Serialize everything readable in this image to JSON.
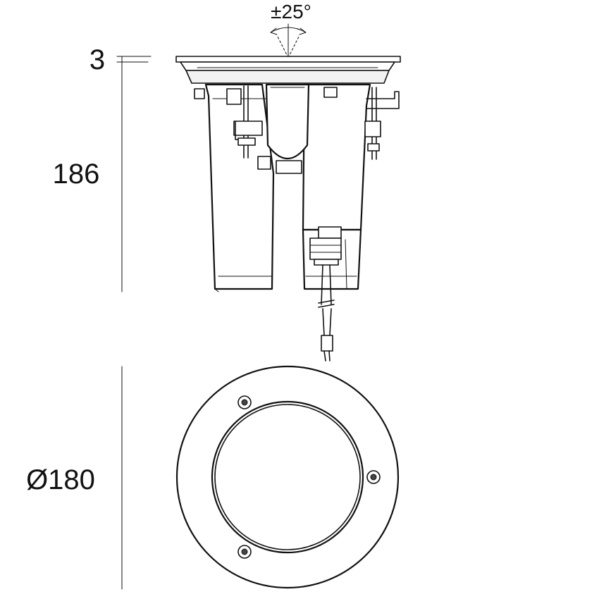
{
  "dimensions": {
    "tilt_angle": "±25°",
    "rim_thickness": "3",
    "height": "186",
    "diameter": "Ø180"
  }
}
